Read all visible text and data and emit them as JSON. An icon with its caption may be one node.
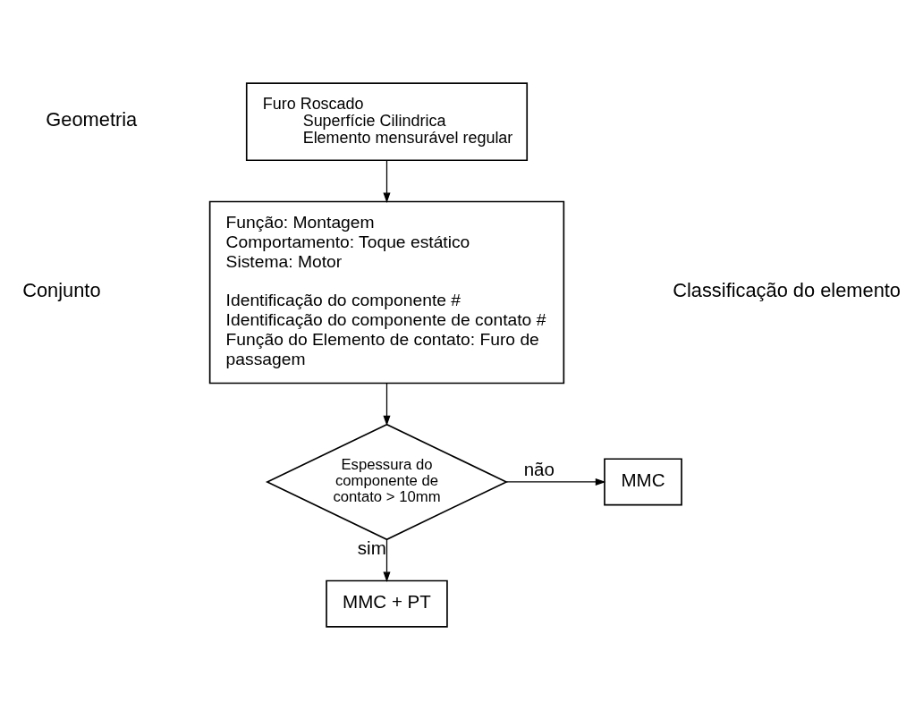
{
  "diagram": {
    "nodes": [
      {
        "text": [
          "Furo Roscado",
          "Superfície Cilindrica",
          "Elemento mensurável regular"
        ]
      },
      {
        "text": [
          "Função: Montagem",
          "Comportamento: Toque estático",
          "Sistema: Motor",
          "Identificação do componente #",
          "Identificação do componente de contato #",
          "Função do Elemento de contato: Furo de passagem"
        ]
      },
      {
        "text": [
          "Espessura do componente de contato > 10mm"
        ]
      },
      {
        "text": [
          "MMC"
        ]
      },
      {
        "text": [
          "MMC + PT"
        ]
      }
    ],
    "edges": [
      {
        "from": 0,
        "to": 1,
        "arrow": "to"
      },
      {
        "from": 1,
        "to": 2,
        "arrow": "to"
      },
      {
        "from": 2,
        "to": 3,
        "arrow": "to",
        "label": "não"
      },
      {
        "from": 2,
        "to": 4,
        "arrow": "to",
        "label": "sim"
      }
    ],
    "labels": [
      "Geometria",
      "Conjunto",
      "Classificação do elemento"
    ]
  }
}
